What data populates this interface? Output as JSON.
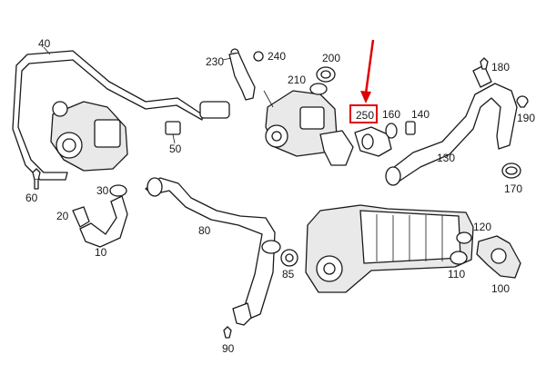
{
  "callouts": [
    {
      "id": "40",
      "label": "40"
    },
    {
      "id": "240",
      "label": "240"
    },
    {
      "id": "230",
      "label": "230"
    },
    {
      "id": "200",
      "label": "200"
    },
    {
      "id": "210",
      "label": "210"
    },
    {
      "id": "180",
      "label": "180"
    },
    {
      "id": "250",
      "label": "250"
    },
    {
      "id": "160",
      "label": "160"
    },
    {
      "id": "140",
      "label": "140"
    },
    {
      "id": "190",
      "label": "190"
    },
    {
      "id": "50",
      "label": "50"
    },
    {
      "id": "130",
      "label": "130"
    },
    {
      "id": "60",
      "label": "60"
    },
    {
      "id": "30",
      "label": "30"
    },
    {
      "id": "170",
      "label": "170"
    },
    {
      "id": "20",
      "label": "20"
    },
    {
      "id": "80",
      "label": "80"
    },
    {
      "id": "120",
      "label": "120"
    },
    {
      "id": "10",
      "label": "10"
    },
    {
      "id": "85",
      "label": "85"
    },
    {
      "id": "110",
      "label": "110"
    },
    {
      "id": "100",
      "label": "100"
    },
    {
      "id": "90",
      "label": "90"
    }
  ],
  "highlight": {
    "part": "250",
    "color": "#e00000"
  }
}
